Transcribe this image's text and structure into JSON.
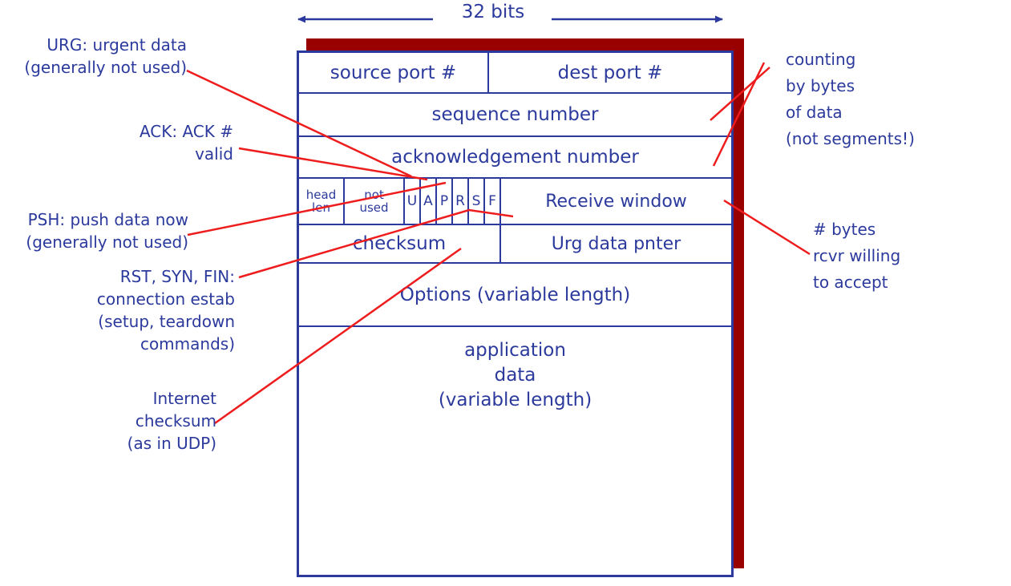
{
  "title": "32 bits",
  "colors": {
    "ink_blue": "#2b3a9c",
    "connector_red": "#ee1c1c",
    "shadow_maroon": "#990000"
  },
  "header": {
    "source_port": "source port #",
    "dest_port": "dest port #",
    "sequence": "sequence number",
    "acknowledgement": "acknowledgement number",
    "head_len": [
      "head",
      "len"
    ],
    "not_used": [
      "not",
      "used"
    ],
    "flags": [
      "U",
      "A",
      "P",
      "R",
      "S",
      "F"
    ],
    "receive_window": "Receive window",
    "checksum": "checksum",
    "urg_data_pointer": "Urg data pnter",
    "options": "Options (variable length)",
    "application_data": [
      "application",
      "data",
      "(variable length)"
    ]
  },
  "annotations": {
    "left": [
      {
        "id": "urg",
        "lines": [
          "URG: urgent data",
          "(generally not used)"
        ]
      },
      {
        "id": "ack",
        "lines": [
          "ACK: ACK #",
          "valid"
        ]
      },
      {
        "id": "psh",
        "lines": [
          "PSH: push data now",
          "(generally not used)"
        ]
      },
      {
        "id": "rst-syn-fin",
        "lines": [
          "RST, SYN, FIN:",
          "connection estab",
          "(setup, teardown",
          "commands)"
        ]
      },
      {
        "id": "internet-checksum",
        "lines": [
          "Internet",
          "checksum",
          "(as in UDP)"
        ]
      }
    ],
    "right": [
      {
        "id": "counting",
        "lines": [
          "counting",
          "by bytes",
          "of data",
          "(not segments!)"
        ]
      },
      {
        "id": "receive-window-note",
        "lines": [
          "# bytes",
          "rcvr willing",
          "to accept"
        ]
      }
    ]
  }
}
